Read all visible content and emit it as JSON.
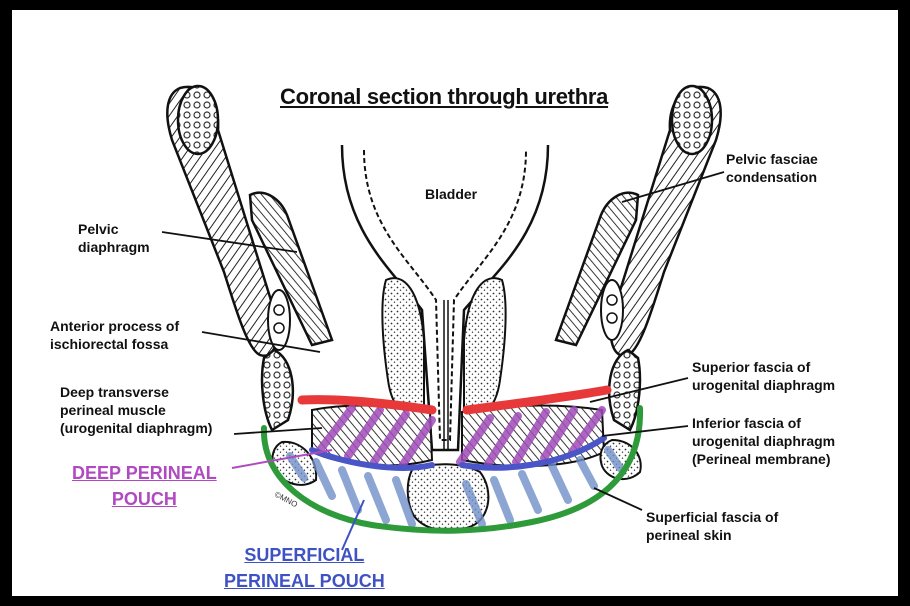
{
  "title": "Coronal section through urethra",
  "labels": {
    "bladder": "Bladder",
    "pelvic_diaphragm": "Pelvic\ndiaphragm",
    "pelvic_fasciae": "Pelvic fasciae\ncondensation",
    "anterior_process": "Anterior process of\nischiorectal fossa",
    "deep_transverse": "Deep transverse\nperineal muscle\n(urogenital diaphragm)",
    "superior_fascia": "Superior fascia of\nurogenital diaphragm",
    "inferior_fascia": "Inferior fascia of\nurogenital diaphragm\n(Perineal membrane)",
    "superficial_fascia": "Superficial fascia of\nperineal skin",
    "deep_pouch": "DEEP PERINEAL\nPOUCH",
    "superficial_pouch": "SUPERFICIAL\nPERINEAL POUCH"
  },
  "colors": {
    "superior_fascia": "#e8393a",
    "inferior_fascia": "#4a55c8",
    "superficial_fascia": "#2e9a3a",
    "deep_pouch": "#a04bb8",
    "superficial_pouch": "#6f8fc8",
    "deep_pouch_text": "#b04ac0",
    "superficial_pouch_text": "#3f52c4"
  }
}
